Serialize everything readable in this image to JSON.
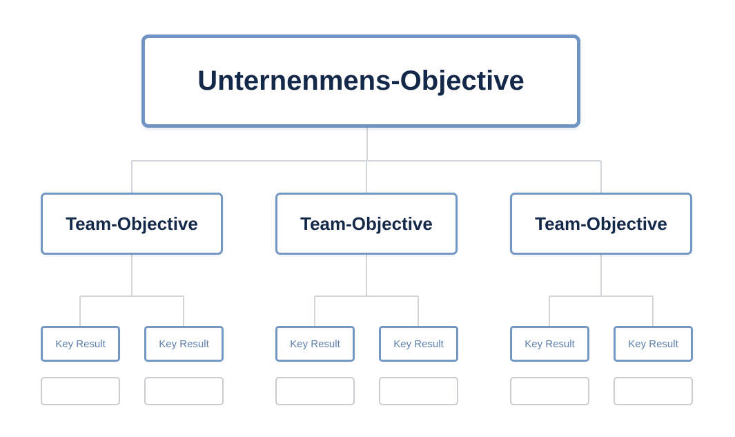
{
  "root": {
    "label": "Unternenmens-Objective"
  },
  "teams": [
    {
      "label": "Team-Objective",
      "key_results": [
        {
          "label": "Key Result"
        },
        {
          "label": "Key Result"
        }
      ]
    },
    {
      "label": "Team-Objective",
      "key_results": [
        {
          "label": "Key Result"
        },
        {
          "label": "Key Result"
        }
      ]
    },
    {
      "label": "Team-Objective",
      "key_results": [
        {
          "label": "Key Result"
        },
        {
          "label": "Key Result"
        }
      ]
    }
  ],
  "colors": {
    "box_border": "#7398c6",
    "heading_text": "#14294a",
    "key_result_text": "#5d7fab",
    "connector": "#d2d5d9",
    "placeholder_border": "#c9cdd2"
  }
}
